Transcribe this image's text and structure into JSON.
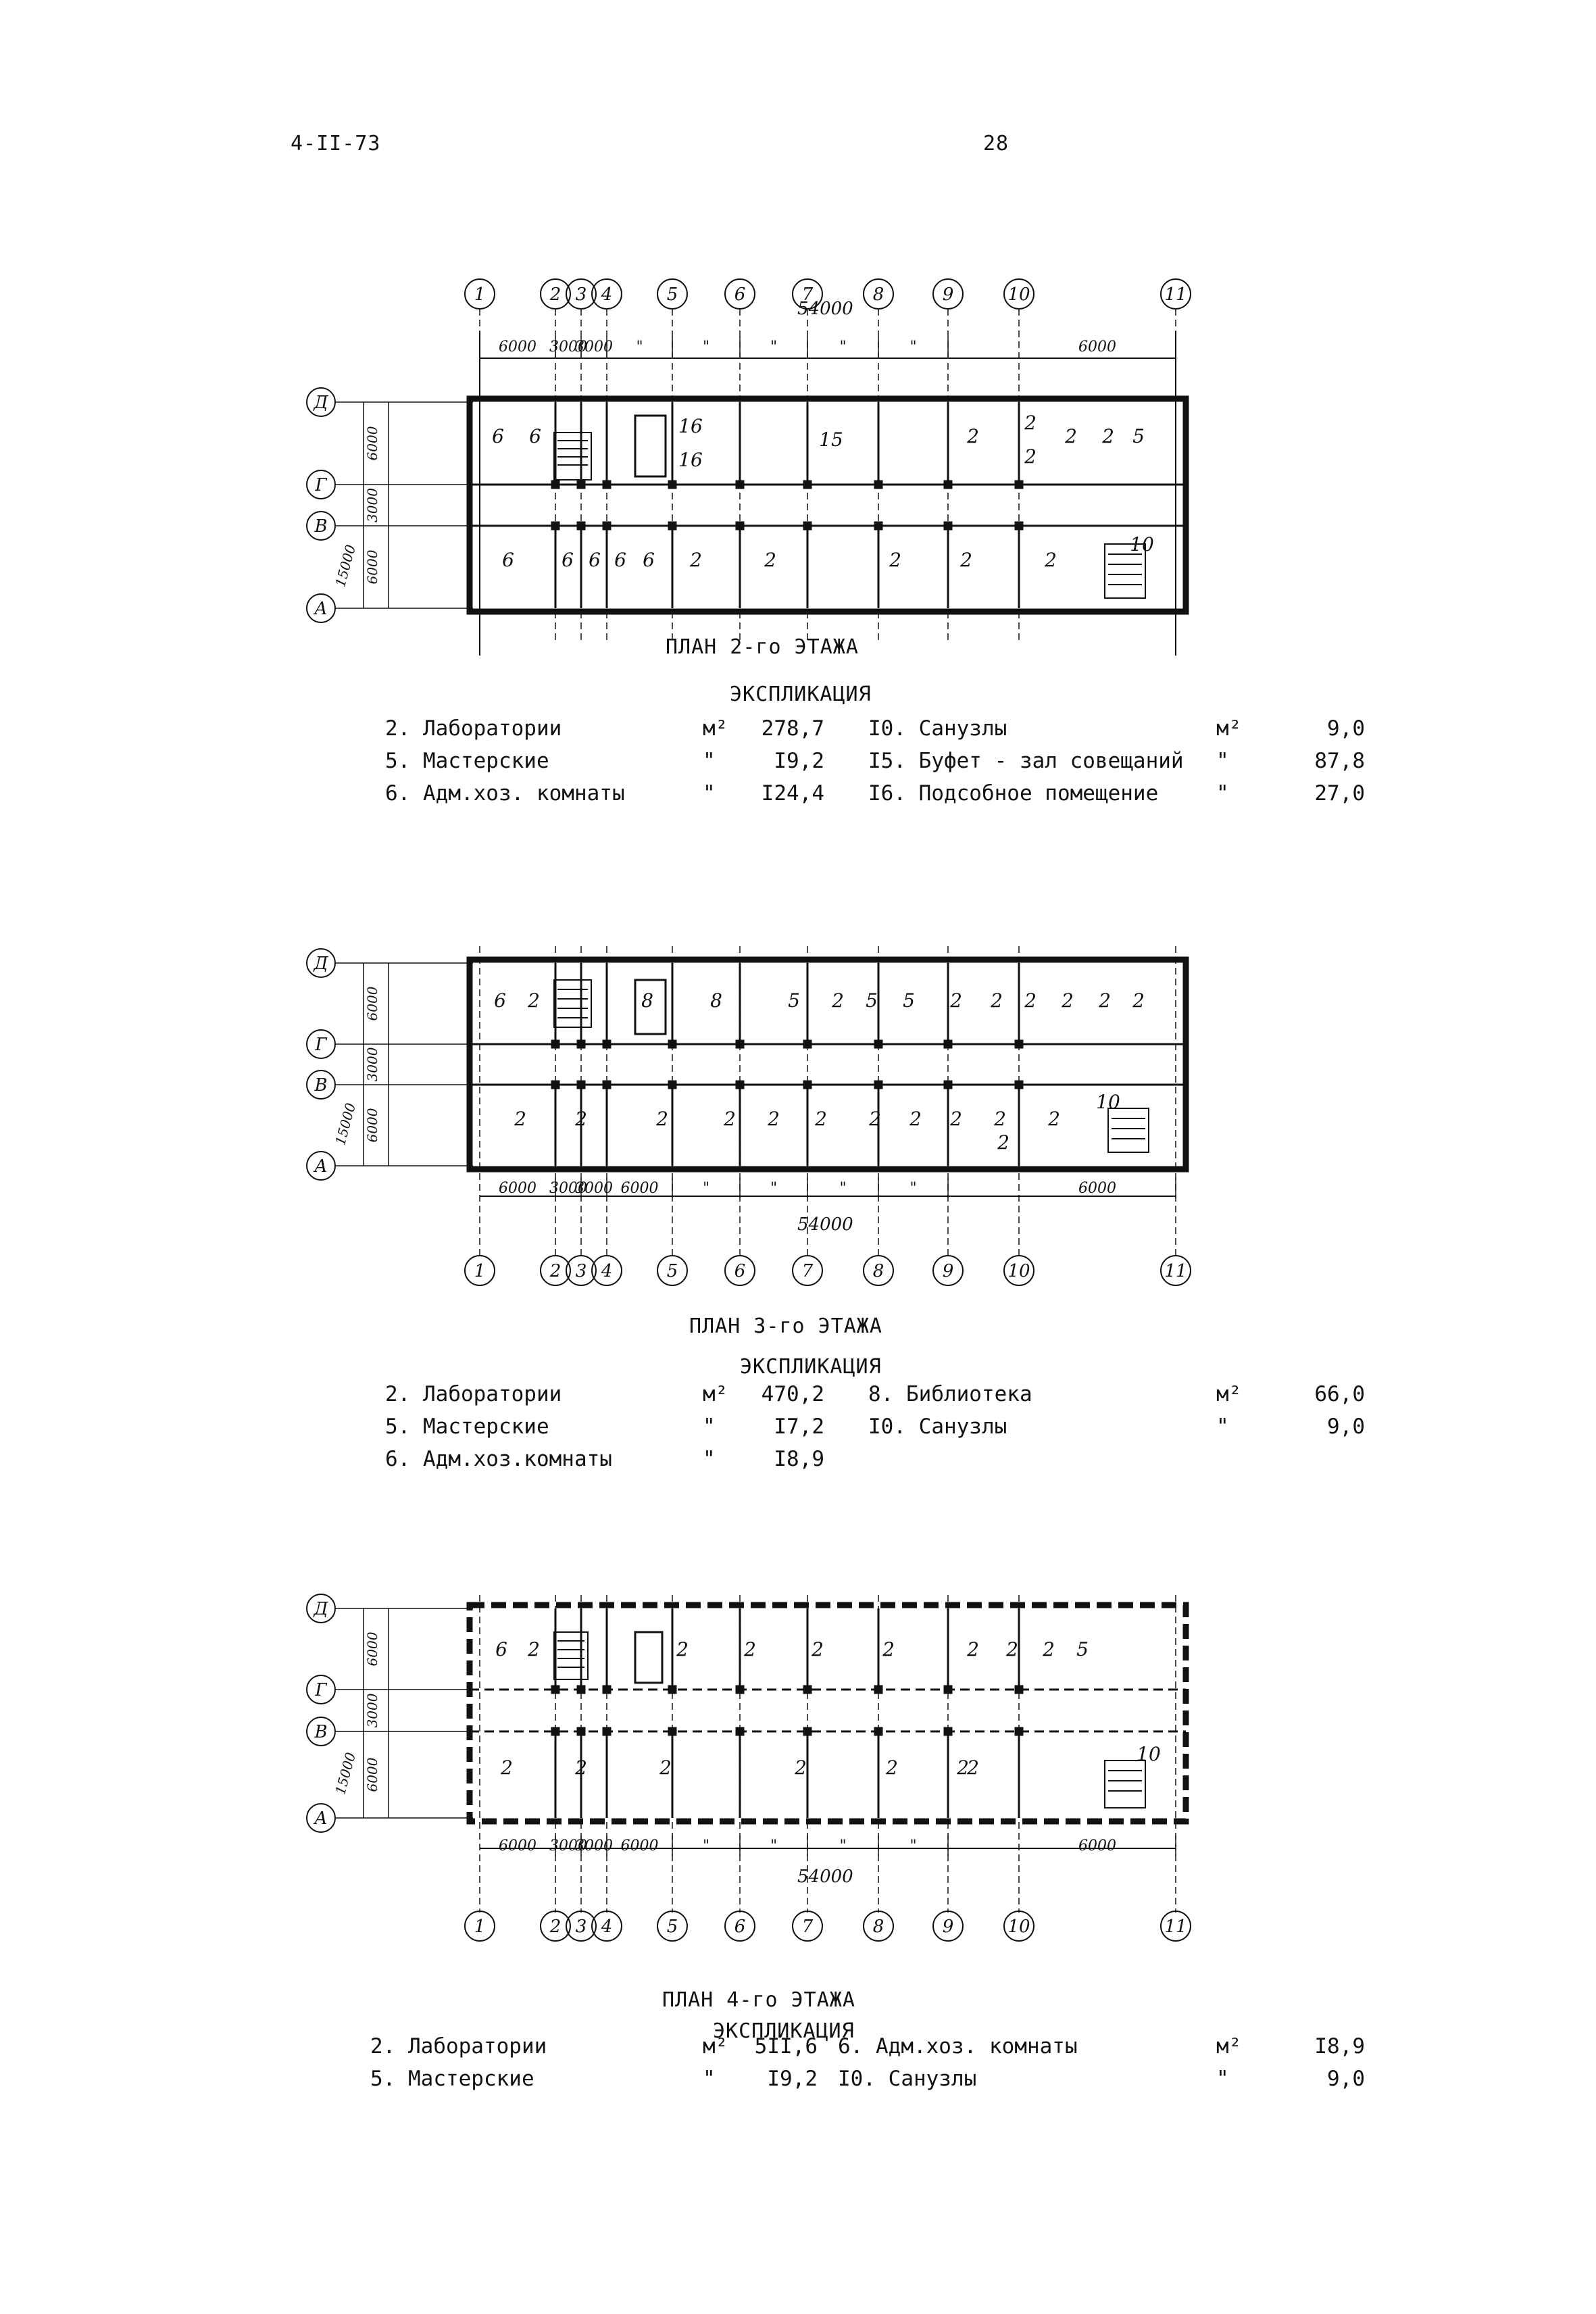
{
  "doc_code": "4-II-73",
  "page_number": "28",
  "plans": [
    {
      "title": "ПЛАН 2-го ЭТАЖА",
      "expl_title": "ЭКСПЛИКАЦИЯ",
      "axes_num": [
        "1",
        "2",
        "3",
        "4",
        "5",
        "6",
        "7",
        "8",
        "9",
        "10",
        "11"
      ],
      "axes_let": [
        "Д",
        "Г",
        "В",
        "А"
      ],
      "dims_top": [
        "6000",
        "3000",
        "3000",
        "\"",
        "\"",
        "\"",
        "\"",
        "\"",
        "6000"
      ],
      "total": "54000",
      "dims_side": [
        "6000",
        "3000",
        "6000"
      ],
      "side_total": "15000",
      "rooms_top": [
        "6",
        "6",
        "16",
        "16",
        "15",
        "2",
        "2",
        "2",
        "2",
        "2",
        "5"
      ],
      "rooms_bot": [
        "6",
        "6",
        "6",
        "6",
        "6",
        "2",
        "2",
        "2",
        "2",
        "2",
        "10"
      ],
      "expl_rows": [
        {
          "l_name": "2. Лаборатории",
          "l_unit": "м²",
          "l_val": "278,7",
          "r_name": "I0. Санузлы",
          "r_unit": "м²",
          "r_val": "9,0"
        },
        {
          "l_name": "5. Мастерские",
          "l_unit": "\"",
          "l_val": "I9,2",
          "r_name": "I5. Буфет - зал совещаний",
          "r_unit": "\"",
          "r_val": "87,8"
        },
        {
          "l_name": "6. Адм.хоз. комнаты",
          "l_unit": "\"",
          "l_val": "I24,4",
          "r_name": "I6. Подсобное помещение",
          "r_unit": "\"",
          "r_val": "27,0"
        }
      ]
    },
    {
      "title": "ПЛАН 3-го ЭТАЖА",
      "expl_title": "ЭКСПЛИКАЦИЯ",
      "axes_num": [
        "1",
        "2",
        "3",
        "4",
        "5",
        "6",
        "7",
        "8",
        "9",
        "10",
        "11"
      ],
      "axes_let": [
        "Д",
        "Г",
        "В",
        "А"
      ],
      "dims_bot": [
        "6000",
        "3000",
        "3000",
        "6000",
        "\"",
        "\"",
        "\"",
        "\"",
        "6000"
      ],
      "total": "54000",
      "dims_side": [
        "6000",
        "3000",
        "6000"
      ],
      "side_total": "15000",
      "rooms_top": [
        "6",
        "2",
        "8",
        "8",
        "5",
        "2",
        "5",
        "5",
        "2",
        "2",
        "2",
        "2",
        "2",
        "2"
      ],
      "rooms_bot": [
        "2",
        "2",
        "2",
        "2",
        "2",
        "2",
        "2",
        "2",
        "2",
        "2",
        "2",
        "2",
        "10"
      ],
      "expl_rows": [
        {
          "l_name": "2. Лаборатории",
          "l_unit": "м²",
          "l_val": "470,2",
          "r_name": "8. Библиотека",
          "r_unit": "м²",
          "r_val": "66,0"
        },
        {
          "l_name": "5. Мастерские",
          "l_unit": "\"",
          "l_val": "I7,2",
          "r_name": "I0. Санузлы",
          "r_unit": "\"",
          "r_val": "9,0"
        },
        {
          "l_name": "6. Адм.хоз.комнаты",
          "l_unit": "\"",
          "l_val": "I8,9",
          "r_name": "",
          "r_unit": "",
          "r_val": ""
        }
      ]
    },
    {
      "title": "ПЛАН 4-го ЭТАЖА",
      "expl_title": "ЭКСПЛИКАЦИЯ",
      "axes_num": [
        "1",
        "2",
        "3",
        "4",
        "5",
        "6",
        "7",
        "8",
        "9",
        "10",
        "11"
      ],
      "axes_let": [
        "Д",
        "Г",
        "В",
        "А"
      ],
      "dims_bot": [
        "6000",
        "3000",
        "3000",
        "6000",
        "\"",
        "\"",
        "\"",
        "\"",
        "6000"
      ],
      "total": "54000",
      "dims_side": [
        "6000",
        "3000",
        "6000"
      ],
      "side_total": "15000",
      "rooms_top": [
        "6",
        "2",
        "2",
        "2",
        "2",
        "2",
        "2",
        "2",
        "2",
        "5"
      ],
      "rooms_bot": [
        "2",
        "2",
        "2",
        "2",
        "2",
        "2",
        "2",
        "10"
      ],
      "expl_rows": [
        {
          "l_name": "2. Лаборатории",
          "l_unit": "м²",
          "l_val": "5II,6",
          "r_name": "6. Адм.хоз. комнаты",
          "r_unit": "м²",
          "r_val": "I8,9"
        },
        {
          "l_name": "5. Мастерские",
          "l_unit": "\"",
          "l_val": "I9,2",
          "r_name": "I0. Санузлы",
          "r_unit": "\"",
          "r_val": "9,0"
        }
      ]
    }
  ]
}
